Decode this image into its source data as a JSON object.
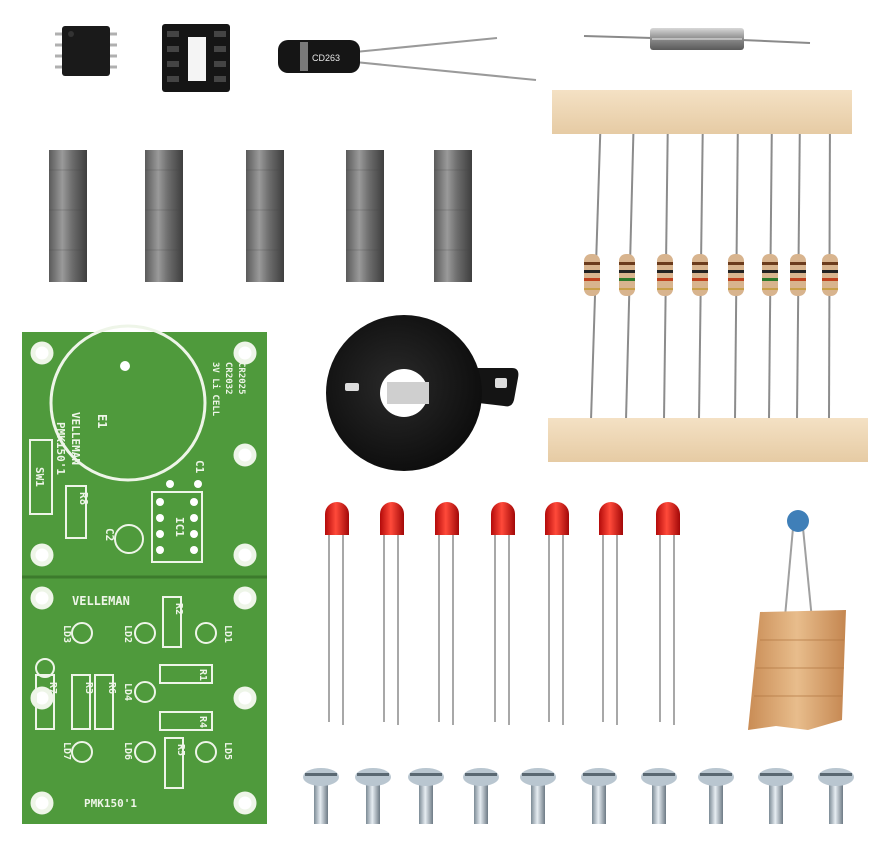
{
  "pcb": {
    "brand_top": "VELLEMAN",
    "brand_bottom": "VELLEMAN",
    "model_top": "PMK150'1",
    "model_bottom": "PMK150'1",
    "battery_label": "E1",
    "battery_spec_1": "3V Li CELL",
    "battery_spec_2": "CR2032",
    "battery_spec_3": "CR2025",
    "c1": "C1",
    "c2": "C2",
    "ic1": "IC1",
    "r8": "R8",
    "sw1": "SW1",
    "r2": "R2",
    "r1": "R1",
    "r3": "R3",
    "r4": "R4",
    "r5": "R5",
    "r6": "R6",
    "r7": "R7",
    "ld1": "LD1",
    "ld2": "LD2",
    "ld3": "LD3",
    "ld4": "LD4",
    "ld5": "LD5",
    "ld6": "LD6",
    "ld7": "LD7"
  },
  "capacitor_marking": "CD263",
  "colors": {
    "pcb_green": "#4f9a3c",
    "silkscreen": "#eef5e8",
    "led_red": "#e01818",
    "tape_beige": "#efd7b4",
    "ceramic_blue": "#3f7fb8"
  }
}
